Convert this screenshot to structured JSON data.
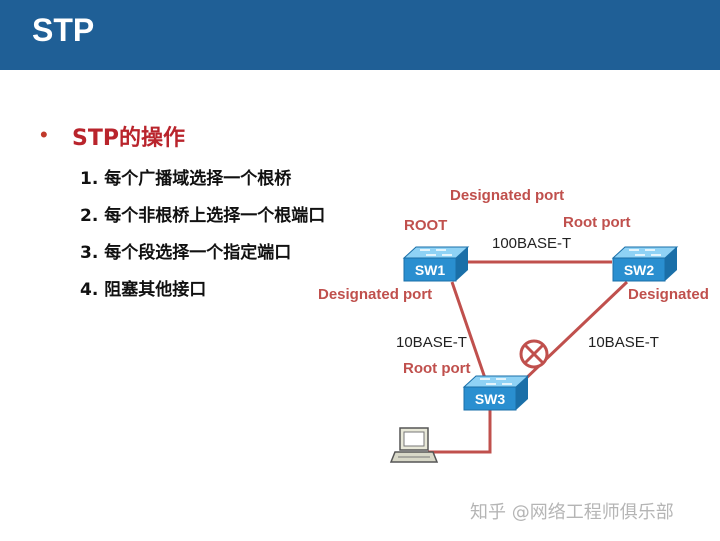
{
  "header": {
    "title": "STP"
  },
  "bullet": {
    "title": "STP的操作"
  },
  "steps": [
    "1. 每个广播域选择一个根桥",
    "2. 每个非根桥上选择一个根端口",
    "3. 每个段选择一个指定端口",
    "4. 阻塞其他接口"
  ],
  "diagram": {
    "switches": {
      "sw1": "SW1",
      "sw2": "SW2",
      "sw3": "SW3"
    },
    "labels": {
      "designated_top": "Designated port",
      "root": "ROOT",
      "root_port_sw2": "Root port",
      "link_sw1_sw2": "100BASE-T",
      "designated_sw1": "Designated port",
      "designated_sw2": "Designated",
      "link_sw1_sw3": "10BASE-T",
      "link_sw2_sw3": "10BASE-T",
      "root_port_sw3": "Root port"
    },
    "blocked_icon": "blocked-port-icon",
    "colors": {
      "accent_red": "#c0504d",
      "header_blue": "#1f5f96",
      "link_red": "#c0504d",
      "switch_blue": "#2a8fd0"
    }
  },
  "watermark": "知乎 @网络工程师俱乐部"
}
